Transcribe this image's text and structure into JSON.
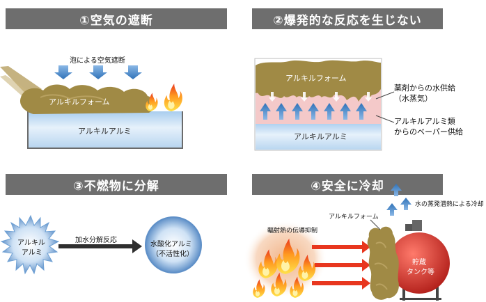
{
  "panels": [
    {
      "title": "①空気の遮断",
      "labels": {
        "bubble": "泡による空気遮断",
        "foam": "アルキルフォーム",
        "liquid": "アルキルアルミ"
      }
    },
    {
      "title": "②爆発的な反応を生じない",
      "labels": {
        "foam": "アルキルフォーム",
        "liquid": "アルキルアルミ",
        "water_line1": "薬剤からの水供給",
        "water_line2": "（水蒸気）",
        "vapor_line1": "アルキルアルミ類",
        "vapor_line2": "からのベーパー供給"
      }
    },
    {
      "title": "③不燃物に分解",
      "labels": {
        "left_line1": "アルキル",
        "left_line2": "アルミ",
        "arrow": "加水分解反応",
        "right_line1": "水酸化アルミ",
        "right_line2": "（不活性化）"
      }
    },
    {
      "title": "④安全に冷却",
      "labels": {
        "foam": "アルキルフォーム",
        "cooling": "水の蒸発潜熱による冷却",
        "radiant": "輻射熱の伝導抑制",
        "tank_line1": "貯蔵",
        "tank_line2": "タンク等"
      }
    }
  ],
  "colors": {
    "header_bg": "#6e6e6e",
    "foam": "#a08a45",
    "liquid_blue": "#cfe3f4",
    "arrow_blue": "#4a8fd0",
    "pink": "#f4c9c9",
    "fire_red": "#e8361e",
    "fire_yellow": "#ffd21f",
    "tank_red": "#d42a25"
  }
}
